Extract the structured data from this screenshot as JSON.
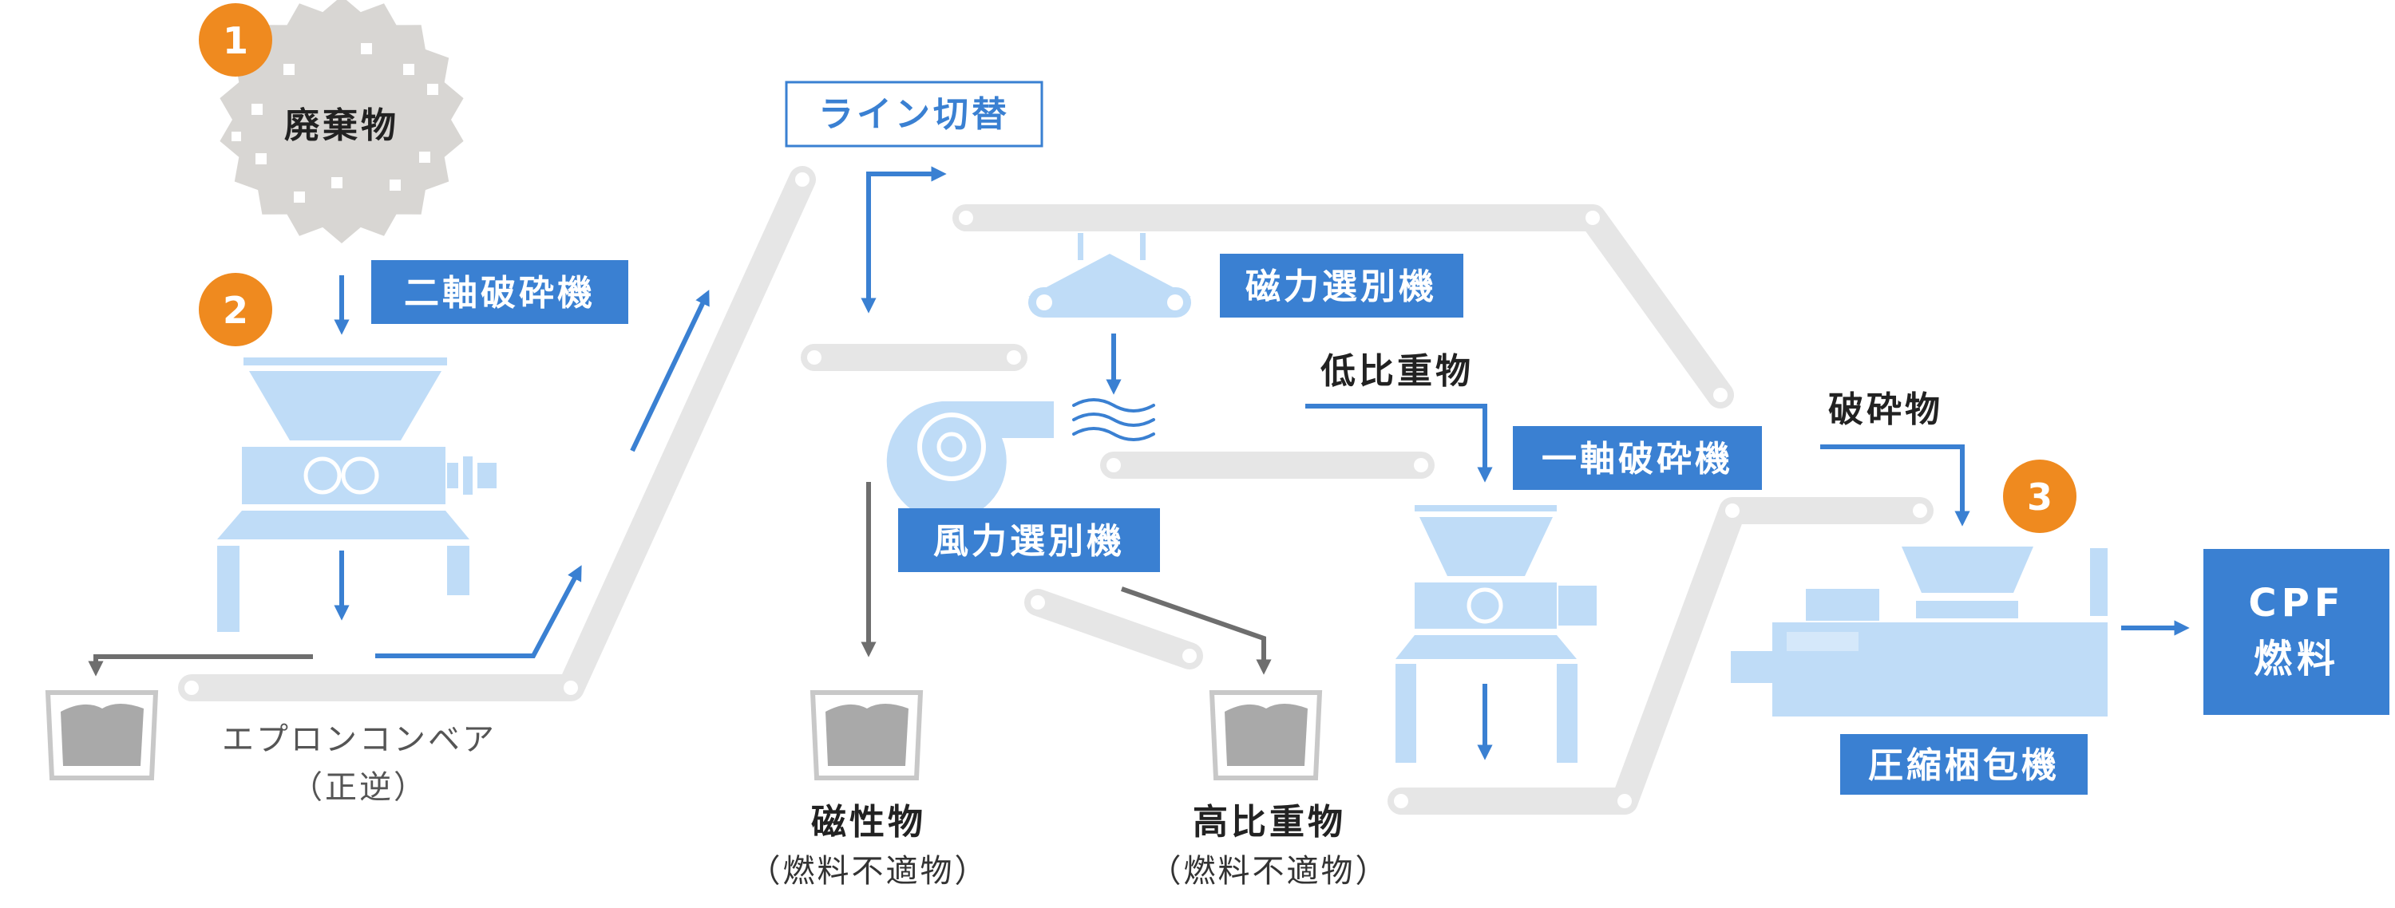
{
  "colors": {
    "blue": "#3a80d2",
    "light_blue": "#bfdcf7",
    "orange": "#ef8a1f",
    "conveyor_gray": "#e6e6e6",
    "waste_gray": "#d8d6d3",
    "output_arrow_gray": "#6e6e6e",
    "bin_gray": "#a9a9a9"
  },
  "steps": [
    {
      "number": "1"
    },
    {
      "number": "2"
    },
    {
      "number": "3"
    }
  ],
  "waste": {
    "label": "廃棄物"
  },
  "machines": {
    "twin_shaft": "二軸破砕機",
    "line_switch": "ライン切替",
    "magnetic": "磁力選別機",
    "wind": "風力選別機",
    "single_shaft": "一軸破砕機",
    "compress": "圧縮梱包機"
  },
  "conveyor": {
    "name": "エプロンコンベア",
    "note": "（正逆）"
  },
  "materials": {
    "low_gravity": "低比重物",
    "crushed": "破砕物",
    "magnetic": {
      "name": "磁性物",
      "note": "（燃料不適物）"
    },
    "high_gravity": {
      "name": "高比重物",
      "note": "（燃料不適物）"
    }
  },
  "output": {
    "line1": "CPF",
    "line2": "燃料"
  },
  "icons": [
    "waste-burst-icon",
    "twin-shaft-crusher-icon",
    "magnetic-separator-icon",
    "wind-blower-icon",
    "single-shaft-crusher-icon",
    "compression-baler-icon",
    "collection-bin-icon"
  ]
}
